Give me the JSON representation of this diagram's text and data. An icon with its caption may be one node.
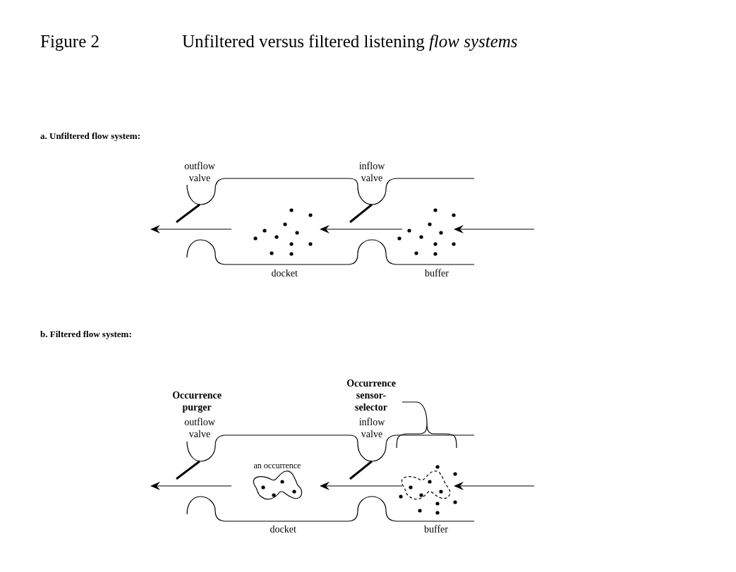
{
  "diagram": {
    "title": "Unfiltered versus filtered listening *flow systems*",
    "labels": [
      "Figure 2",
      "a. Unfiltered flow system:",
      "outflow valve",
      "inflow valve",
      "docket",
      "buffer",
      "b. Filtered flow system:",
      "Occurrence purger",
      "outflow valve",
      "Occurrence sensor-selector",
      "inflow valve",
      "an occurrence",
      "docket",
      "buffer"
    ]
  }
}
